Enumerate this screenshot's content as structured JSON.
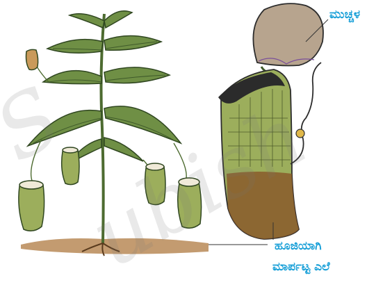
{
  "labels": {
    "lid": "ಮುಚ್ಚಳ",
    "pitcher_line1": "ಹೂಜಿಯಾಗಿ",
    "pitcher_line2": "ಮಾರ್ಪಟ್ಟ ಎಲೆ"
  },
  "watermark": {
    "part1": "S",
    "part2": "ubish"
  },
  "colors": {
    "label": "#1aa0d8",
    "leaf": "#6f8f45",
    "leaf_dark": "#3f5a2a",
    "soil": "#b98a57",
    "pitcher_body": "#9cae5c",
    "pitcher_base": "#8a5a2a",
    "lid": "#b7a48e"
  }
}
